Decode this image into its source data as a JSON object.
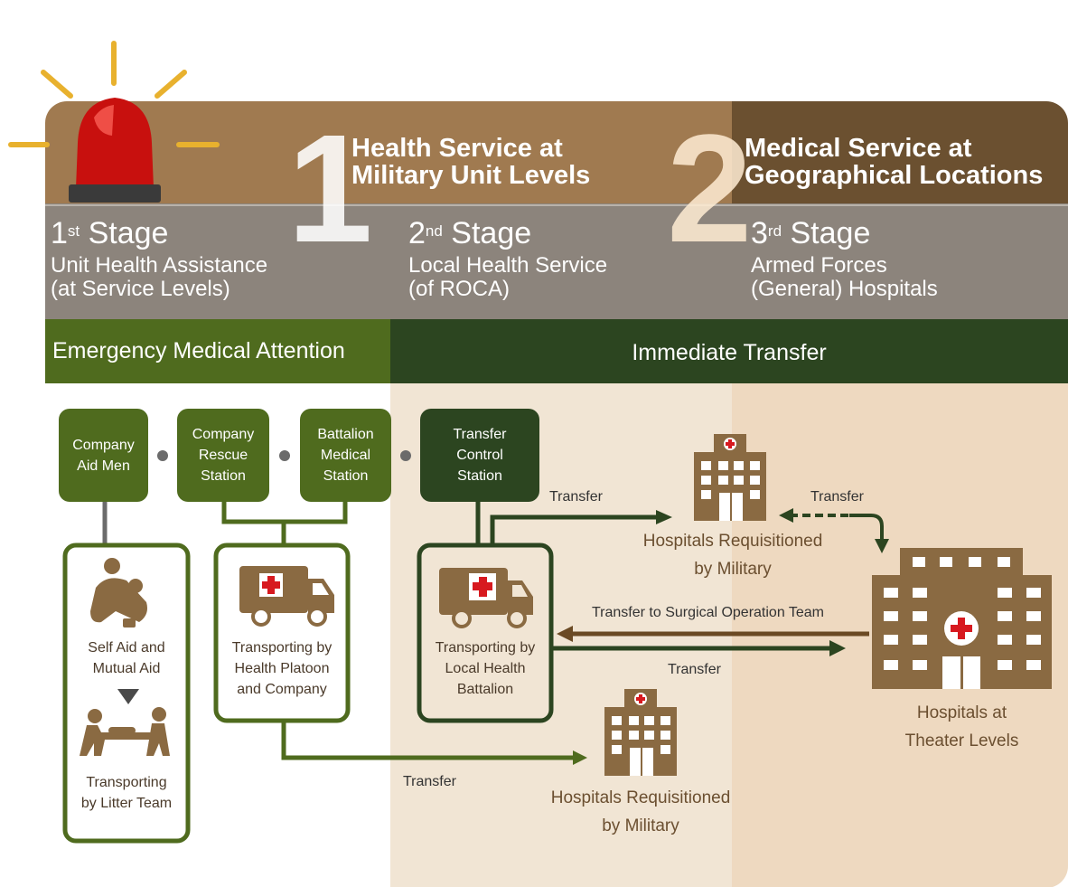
{
  "header": {
    "left_number": "1",
    "left_title_line1": "Health Service at",
    "left_title_line2": "Military Unit Levels",
    "right_number": "2",
    "right_title_line1": "Medical Service at",
    "right_title_line2": "Geographical Locations"
  },
  "stages": [
    {
      "num": "1",
      "suffix": "st",
      "word": "Stage",
      "line1": "Unit Health Assistance",
      "line2": "(at Service Levels)"
    },
    {
      "num": "2",
      "suffix": "nd",
      "word": "Stage",
      "line1": "Local Health Service",
      "line2": "(of ROCA)"
    },
    {
      "num": "3",
      "suffix": "rd",
      "word": "Stage",
      "line1": "Armed Forces",
      "line2": "(General) Hospitals"
    }
  ],
  "bands": {
    "left": "Emergency Medical Attention",
    "right": "Immediate Transfer"
  },
  "boxes": {
    "aid_men": {
      "line1": "Company",
      "line2": "Aid Men"
    },
    "rescue": {
      "line1": "Company",
      "line2": "Rescue",
      "line3": "Station"
    },
    "battalion": {
      "line1": "Battalion",
      "line2": "Medical",
      "line3": "Station"
    },
    "transfer_control": {
      "line1": "Transfer",
      "line2": "Control",
      "line3": "Station"
    }
  },
  "captions": {
    "self_aid": {
      "line1": "Self Aid and",
      "line2": "Mutual Aid"
    },
    "litter": {
      "line1": "Transporting",
      "line2": "by Litter Team"
    },
    "platoon": {
      "line1": "Transporting by",
      "line2": "Health Platoon",
      "line3": "and Company"
    },
    "local_battalion": {
      "line1": "Transporting by",
      "line2": "Local Health",
      "line3": "Battalion"
    }
  },
  "flows": {
    "transfer_top": "Transfer",
    "transfer_dashed": "Transfer",
    "transfer_surgical": "Transfer to Surgical Operation Team",
    "transfer_theater": "Transfer",
    "transfer_bottom": "Transfer"
  },
  "hospitals": {
    "upper": {
      "line1": "Hospitals Requisitioned",
      "line2": "by Military"
    },
    "lower": {
      "line1": "Hospitals Requisitioned",
      "line2": "by Military"
    },
    "theater": {
      "line1": "Hospitals at",
      "line2": "Theater Levels"
    }
  },
  "colors": {
    "header_brown": "#a07a50",
    "header_dark_brown": "#6b5030",
    "stage_gray": "#8c847c",
    "green_light": "#4f6b1e",
    "green_dark": "#2c4520",
    "hospital_brown": "#8a6a42",
    "siren_red": "#c8100e",
    "ray_yellow": "#e8b12e"
  }
}
